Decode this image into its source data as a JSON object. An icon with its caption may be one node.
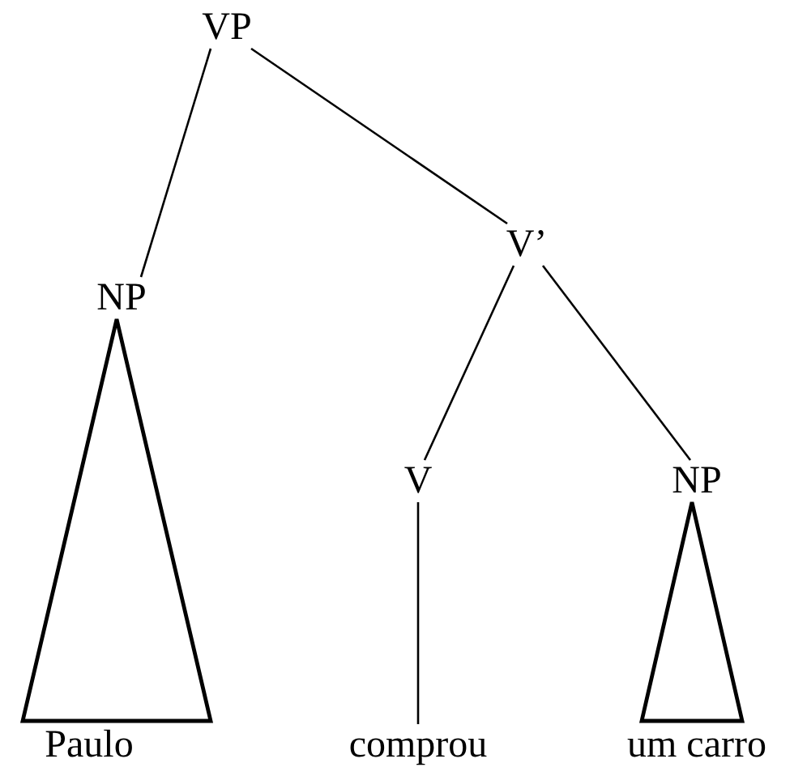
{
  "diagram": {
    "nodes": [
      {
        "text": [
          "VP"
        ]
      },
      {
        "text": [
          "NP"
        ]
      },
      {
        "text": [
          "V’"
        ]
      },
      {
        "text": [
          "V"
        ]
      },
      {
        "text": [
          "NP"
        ]
      },
      {
        "text": [
          "Paulo"
        ]
      },
      {
        "text": [
          "comprou"
        ]
      },
      {
        "text": [
          "um carro"
        ]
      }
    ],
    "edges": [
      {
        "from": 0,
        "to": 1,
        "arrow": "none"
      },
      {
        "from": 0,
        "to": 2,
        "arrow": "none"
      },
      {
        "from": 1,
        "to": 5,
        "arrow": "none",
        "style": "thick"
      },
      {
        "from": 2,
        "to": 3,
        "arrow": "none"
      },
      {
        "from": 2,
        "to": 4,
        "arrow": "none"
      },
      {
        "from": 3,
        "to": 6,
        "arrow": "none"
      },
      {
        "from": 4,
        "to": 7,
        "arrow": "none",
        "style": "thick"
      }
    ]
  }
}
